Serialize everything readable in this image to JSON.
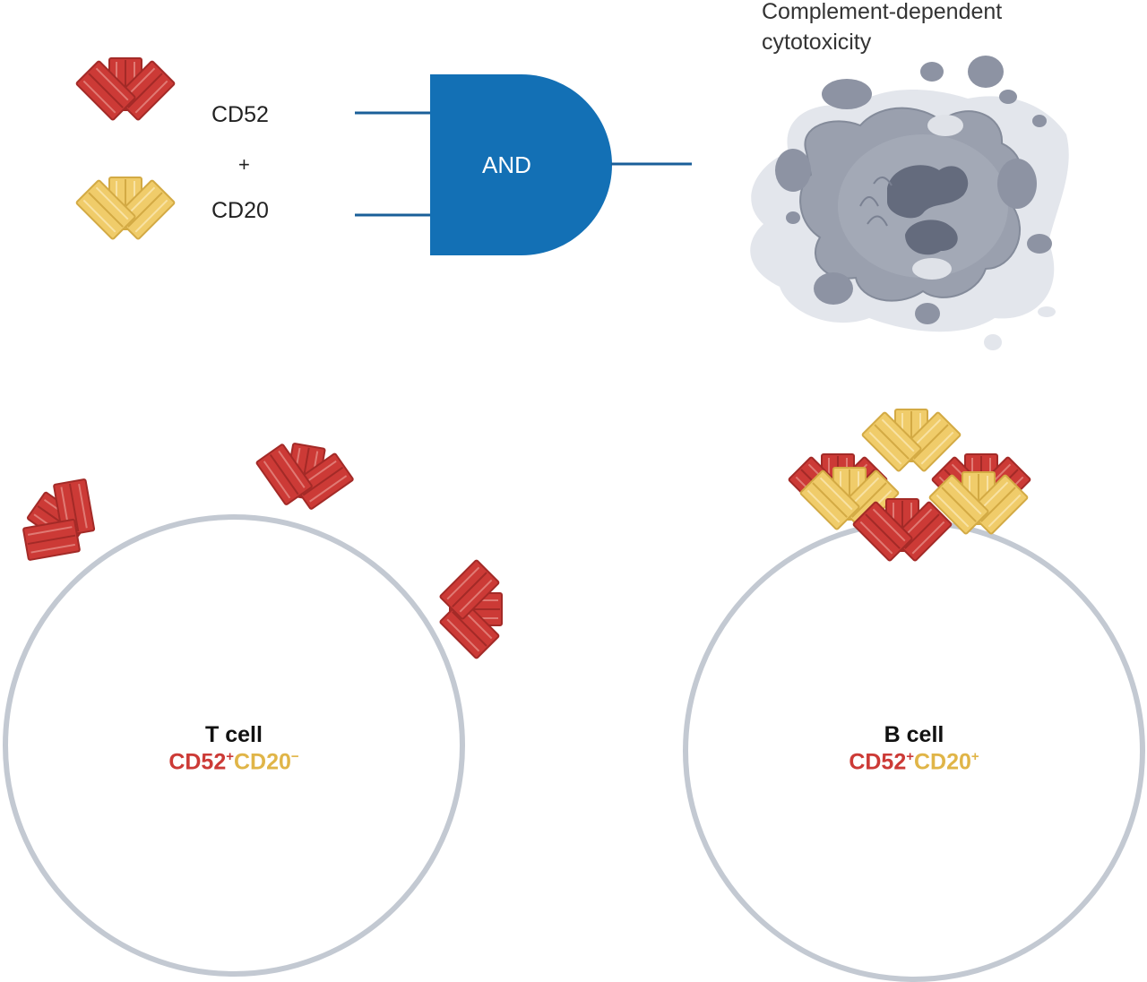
{
  "legend": {
    "antibody1": "CD52",
    "plus": "+",
    "antibody2": "CD20"
  },
  "gate": {
    "label": "AND"
  },
  "outcome": {
    "line1": "Complement-dependent",
    "line2": "cytotoxicity"
  },
  "t_cell": {
    "title": "T cell",
    "marker1": "CD52",
    "marker1_sign": "+",
    "marker2": "CD20",
    "marker2_sign": "−"
  },
  "b_cell": {
    "title": "B cell",
    "marker1": "CD52",
    "marker1_sign": "+",
    "marker2": "CD20",
    "marker2_sign": "+"
  },
  "colors": {
    "cd52": "#cc3a36",
    "cd20": "#f0cc6a",
    "gate": "#1370b5",
    "membrane": "#c3c9d2",
    "dying_cell": "#9aa0ae"
  }
}
